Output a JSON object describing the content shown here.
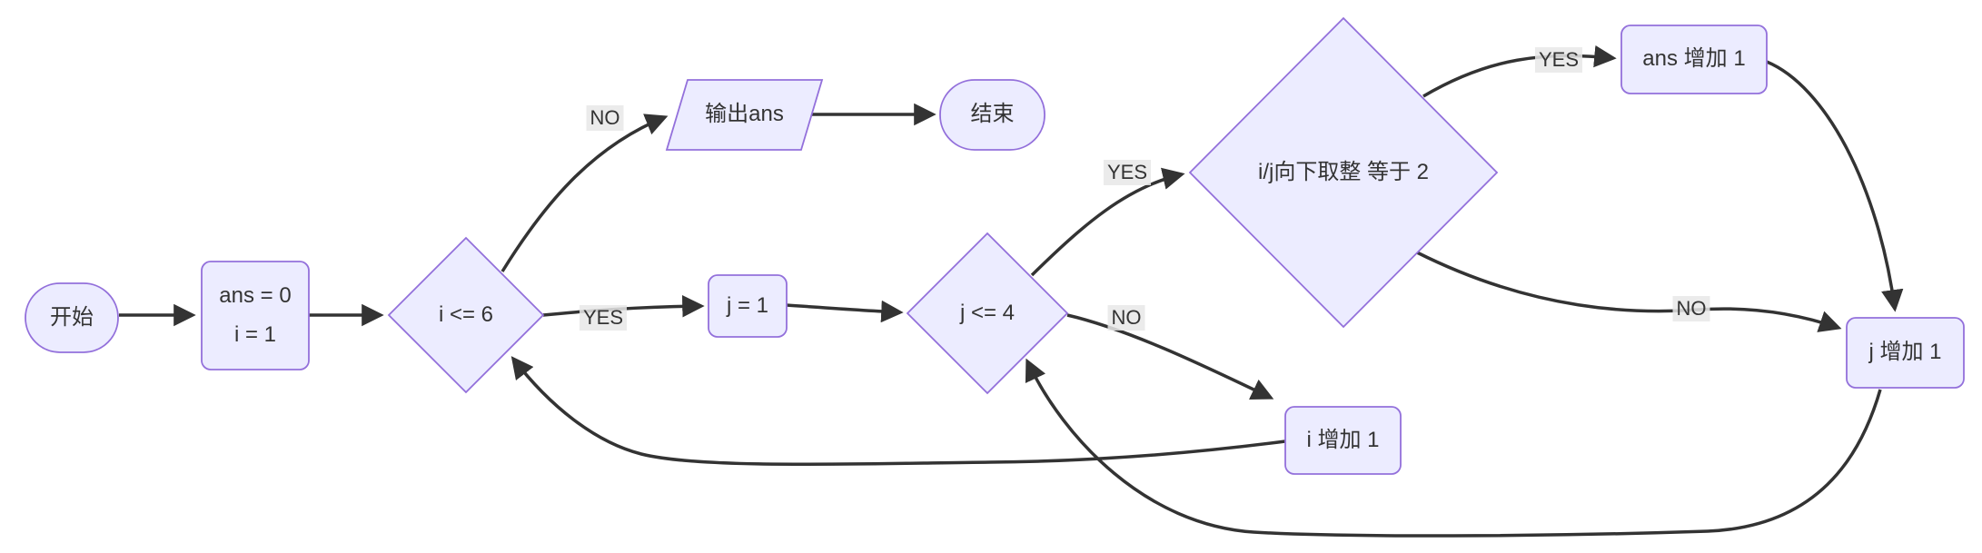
{
  "diagram": {
    "type": "flowchart",
    "direction": "left-to-right",
    "colors": {
      "node_fill": "#ECECFF",
      "node_border": "#9370DB",
      "edge_stroke": "#333333",
      "text": "#333333",
      "edge_label_background": "#e8e8e8"
    },
    "nodes": {
      "start": {
        "shape": "stadium",
        "label": "开始"
      },
      "init": {
        "shape": "rounded-rect",
        "line1": "ans = 0",
        "line2": "i = 1"
      },
      "cond_i": {
        "shape": "diamond",
        "label": "i <= 6"
      },
      "output": {
        "shape": "parallelogram",
        "label": "输出ans"
      },
      "end": {
        "shape": "stadium",
        "label": "结束"
      },
      "set_j": {
        "shape": "rounded-rect",
        "label": "j = 1"
      },
      "cond_j": {
        "shape": "diamond",
        "label": "j <= 4"
      },
      "cond_div": {
        "shape": "diamond",
        "label": "i/j向下取整 等于 2"
      },
      "ans_inc": {
        "shape": "rounded-rect",
        "label": "ans 增加 1"
      },
      "j_inc": {
        "shape": "rounded-rect",
        "label": "j 增加 1"
      },
      "i_inc": {
        "shape": "rounded-rect",
        "label": "i 增加 1"
      }
    },
    "edge_labels": {
      "cond_i_no": "NO",
      "cond_i_yes": "YES",
      "cond_j_yes": "YES",
      "cond_j_no": "NO",
      "cond_div_yes": "YES",
      "cond_div_no": "NO"
    },
    "edges": [
      {
        "from": "start",
        "to": "init",
        "label": ""
      },
      {
        "from": "init",
        "to": "cond_i",
        "label": ""
      },
      {
        "from": "cond_i",
        "to": "output",
        "label": "NO"
      },
      {
        "from": "cond_i",
        "to": "set_j",
        "label": "YES"
      },
      {
        "from": "output",
        "to": "end",
        "label": ""
      },
      {
        "from": "set_j",
        "to": "cond_j",
        "label": ""
      },
      {
        "from": "cond_j",
        "to": "cond_div",
        "label": "YES"
      },
      {
        "from": "cond_j",
        "to": "i_inc",
        "label": "NO"
      },
      {
        "from": "cond_div",
        "to": "ans_inc",
        "label": "YES"
      },
      {
        "from": "cond_div",
        "to": "j_inc",
        "label": "NO"
      },
      {
        "from": "ans_inc",
        "to": "j_inc",
        "label": ""
      },
      {
        "from": "j_inc",
        "to": "cond_j",
        "label": ""
      },
      {
        "from": "i_inc",
        "to": "cond_i",
        "label": ""
      }
    ]
  }
}
